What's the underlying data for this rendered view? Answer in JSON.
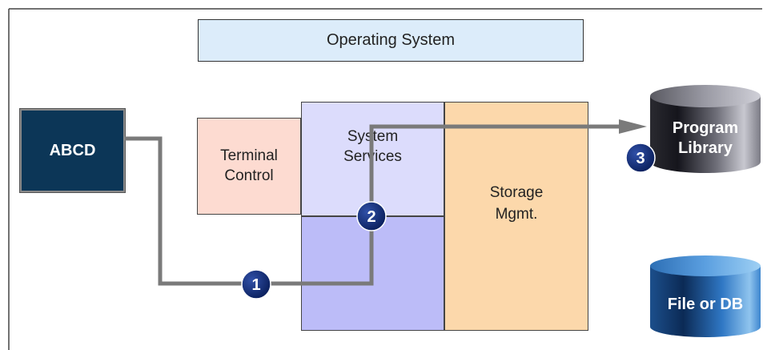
{
  "operating_system": "Operating System",
  "abcd": "ABCD",
  "terminal_control": [
    "Terminal",
    "Control"
  ],
  "system_services": [
    "System",
    "Services"
  ],
  "storage_mgmt": [
    "Storage",
    "Mgmt."
  ],
  "program_library": [
    "Program",
    "Library"
  ],
  "file_or_db": "File or DB",
  "steps": [
    "1",
    "2",
    "3"
  ],
  "colors": {
    "dark_navy": "#0c3657",
    "step_badge": "#0f2a6b",
    "arrow": "#7a7a7a",
    "os_fill": "#dcecfa",
    "terminal_fill": "#fddbd1",
    "system_fill": "#dcdcfc",
    "lower_fill": "#bcbcf8",
    "storage_fill": "#fcd8ab"
  }
}
